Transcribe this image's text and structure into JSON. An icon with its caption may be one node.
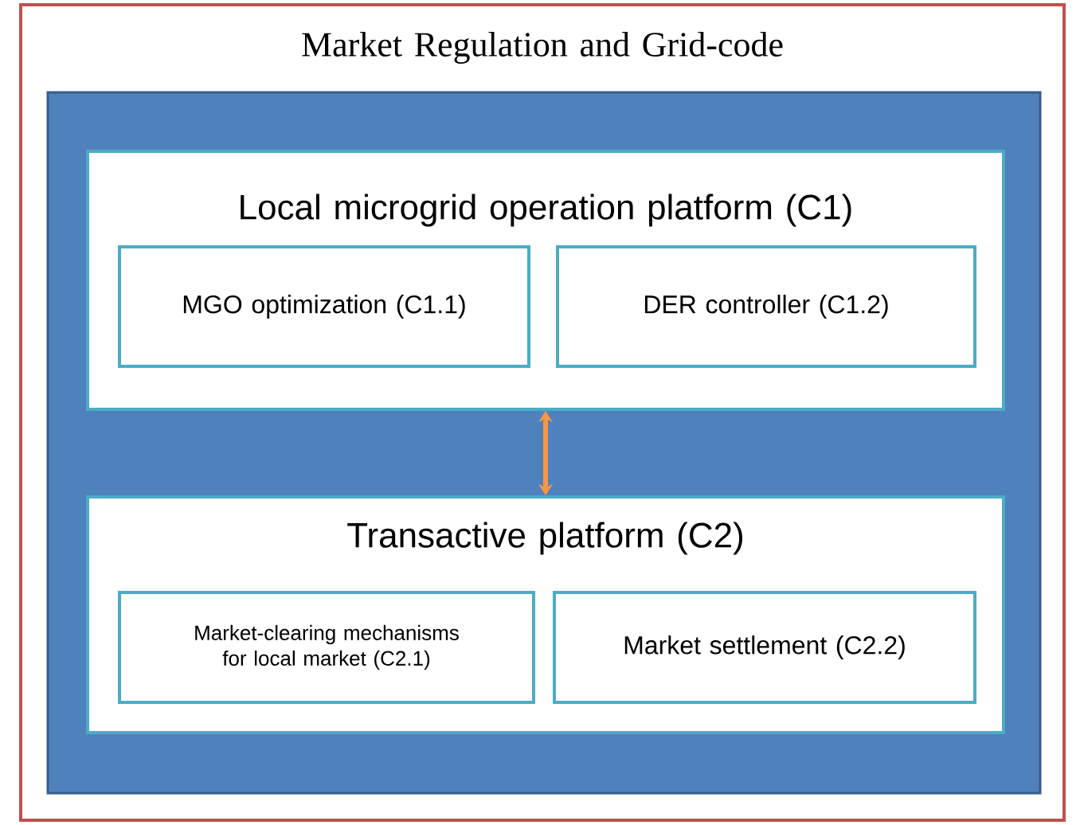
{
  "diagram": {
    "nodes": [
      {
        "text": [
          "Market Regulation and Grid-code"
        ]
      },
      {
        "text": [],
        "shape": "box",
        "in": 0
      },
      {
        "text": [
          "Local microgrid operation platform (C1)"
        ],
        "in": 1
      },
      {
        "text": [
          "MGO optimization (C1.1)"
        ],
        "in": 2
      },
      {
        "text": [
          "DER controller (C1.2)"
        ],
        "in": 2
      },
      {
        "text": [
          "Transactive platform (C2)"
        ],
        "in": 1
      },
      {
        "text": [
          "Market-clearing mechanisms for local market (C2.1)"
        ],
        "in": 5
      },
      {
        "text": [
          "Market settlement (C2.2)"
        ],
        "in": 5
      }
    ],
    "edges": [
      {
        "from": 2,
        "to": 5,
        "arrow": "both",
        "color": "#f79646"
      }
    ]
  }
}
